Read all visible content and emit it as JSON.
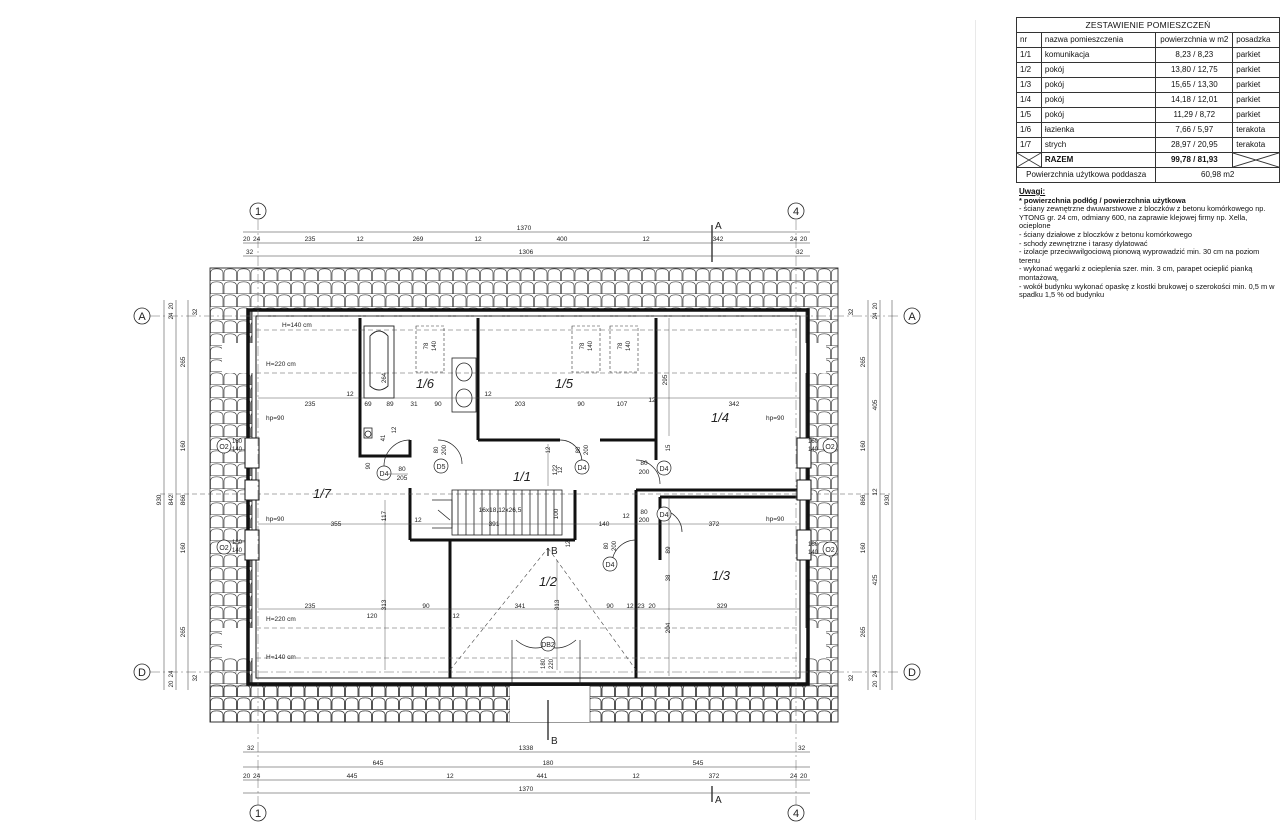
{
  "schedule": {
    "title": "ZESTAWIENIE POMIESZCZEŃ",
    "headers": [
      "nr",
      "nazwa pomieszczenia",
      "powierzchnia w m2",
      "posadzka"
    ],
    "rows": [
      {
        "nr": "1/1",
        "name": "komunikacja",
        "area": "8,23 / 8,23",
        "floor": "parkiet"
      },
      {
        "nr": "1/2",
        "name": "pokój",
        "area": "13,80 / 12,75",
        "floor": "parkiet"
      },
      {
        "nr": "1/3",
        "name": "pokój",
        "area": "15,65 / 13,30",
        "floor": "parkiet"
      },
      {
        "nr": "1/4",
        "name": "pokój",
        "area": "14,18 / 12,01",
        "floor": "parkiet"
      },
      {
        "nr": "1/5",
        "name": "pokój",
        "area": "11,29 / 8,72",
        "floor": "parkiet"
      },
      {
        "nr": "1/6",
        "name": "łazienka",
        "area": "7,66 / 5,97",
        "floor": "terakota"
      },
      {
        "nr": "1/7",
        "name": "strych",
        "area": "28,97 / 20,95",
        "floor": "terakota"
      }
    ],
    "total": {
      "label": "RAZEM",
      "area": "99,78 / 81,93"
    },
    "usable": {
      "label": "Powierzchnia użytkowa poddasza",
      "value": "60,98 m2"
    }
  },
  "notes": {
    "title": "Uwagi:",
    "subtitle": "* powierzchnia podłóg / powierzchnia użytkowa",
    "lines": [
      "- ściany zewnętrzne dwuwarstwowe z bloczków z betonu komórkowego np. YTONG gr. 24 cm, odmiany 600, na zaprawie klejowej firmy np. Xella, ocieplone",
      "- ściany działowe z bloczków z betonu komórkowego",
      "- schody zewnętrzne i tarasy dylatować",
      "- izolacje przeciwwilgociową pionową wyprowadzić min. 30 cm na poziom terenu",
      "- wykonać węgarki z ocieplenia szer. min. 3 cm, parapet ocieplić pianką montażową,",
      "- wokół budynku wykonać opaskę z kostki brukowej o szerokości min. 0,5 m w spadku 1,5 % od budynku"
    ]
  },
  "plan": {
    "grid_labels": {
      "g1": "1",
      "g4": "4",
      "gA": "A",
      "gD": "D"
    },
    "section_labels": {
      "a": "A",
      "b": "B"
    },
    "rooms": {
      "r11": "1/1",
      "r12": "1/2",
      "r13": "1/3",
      "r14": "1/4",
      "r15": "1/5",
      "r16": "1/6",
      "r17": "1/7"
    },
    "heights": {
      "h140_top": "H=140 cm",
      "h220_top": "H=220 cm",
      "h220_bot": "H=220 cm",
      "h140_bot": "H=140 cm",
      "hp_a": "hp=90",
      "hp_b": "hp=90",
      "hp_c": "hp=90",
      "hp_d": "hp=90"
    },
    "doors": {
      "d4a": "D4",
      "d5": "D5",
      "d4b": "D4",
      "d4c": "D4",
      "d4d": "D4",
      "d4e": "D4",
      "db2": "DB2"
    },
    "windows": {
      "o2a": "O2",
      "o2b": "O2",
      "o2c": "O2",
      "o2d": "O2"
    },
    "stairs": "16x18,12x26,5",
    "top_dims": {
      "total": "1370",
      "d20": "20",
      "d24": "24",
      "d235": "235",
      "d12a": "12",
      "d269": "269",
      "d12b": "12",
      "d400": "400",
      "d12c": "12",
      "d342": "342",
      "d24r": "24",
      "d20r": "20",
      "d32l": "32",
      "d1306": "1306",
      "d32r": "32"
    },
    "bottom_dims": {
      "d32l": "32",
      "d1338": "1338",
      "d32r": "32",
      "d645": "645",
      "d180": "180",
      "d545": "545",
      "d20": "20",
      "d24": "24",
      "d445": "445",
      "d12a": "12",
      "d441": "441",
      "d12b": "12",
      "d372": "372",
      "d24r": "24",
      "d20r": "20",
      "total": "1370"
    },
    "left_dims": {
      "d930": "930",
      "d842": "842",
      "d866": "866",
      "d265a": "265",
      "d160a": "160",
      "d160b": "160",
      "d265b": "265",
      "d20a": "20",
      "d24a": "24",
      "d32a": "32",
      "d20b": "20",
      "d24b": "24",
      "d32b": "32"
    },
    "right_dims": {
      "d930": "930",
      "d866": "866",
      "d405": "405",
      "d425": "425",
      "d12": "12",
      "d265a": "265",
      "d160a": "160",
      "d160b": "160",
      "d265b": "265",
      "d20a": "20",
      "d24a": "24",
      "d32a": "32",
      "d20b": "20",
      "d24b": "24",
      "d32b": "32"
    },
    "inner_dims": {
      "a235": "235",
      "a12": "12",
      "a69": "69",
      "a89": "89",
      "a31": "31",
      "a90": "90",
      "a12b": "12",
      "a203": "203",
      "a90b": "90",
      "a107": "107",
      "a12c": "12",
      "a342": "342",
      "a295": "295",
      "a264": "264",
      "a78a": "78",
      "a140a": "140",
      "a78b": "78",
      "a140b": "140",
      "a78c": "78",
      "a140c": "140",
      "a41": "41",
      "a12d": "12",
      "a80a": "80",
      "a205": "205",
      "a90c": "90",
      "a80b": "80",
      "a200b": "200",
      "a12e": "12",
      "a80c": "80",
      "a200c": "200",
      "a15": "15",
      "a80d": "80",
      "a200d": "200",
      "a12f": "12",
      "a122": "122",
      "a355": "355",
      "a117": "117",
      "a12g": "12",
      "a391": "391",
      "a100": "100",
      "a140d": "140",
      "a12h": "12",
      "a80e": "80",
      "a200e": "200",
      "a372": "372",
      "a12i": "12",
      "a80f": "80",
      "a200f": "200",
      "a89b": "89",
      "a38": "38",
      "a235b": "235",
      "a120": "120",
      "a313": "313",
      "a90d": "90",
      "a12j": "12",
      "a341": "341",
      "a313b": "313",
      "a90e": "90",
      "a12k": "12",
      "a23": "23",
      "a20": "20",
      "a329": "329",
      "a204": "204",
      "a180": "180",
      "a220": "220",
      "w160a": "160",
      "w140a": "140",
      "w160b": "160",
      "w140b": "140",
      "w160c": "160",
      "w140c": "140",
      "w160d": "160",
      "w140d": "140"
    }
  }
}
